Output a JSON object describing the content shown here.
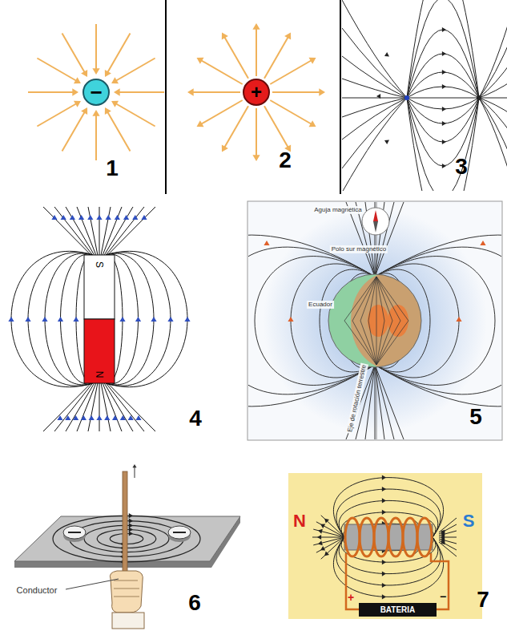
{
  "diagram": {
    "nodes": [
      {
        "text": [
          "−"
        ]
      },
      {
        "text": [
          "+"
        ]
      },
      {
        "text": [
          "BATERIA"
        ]
      }
    ],
    "labels": [
      "1",
      "2",
      "3",
      "S",
      "N",
      "4",
      "Aguja magnética",
      "Polo sur magnético",
      "Ecuador",
      "Eje de rotación terrestre",
      "5",
      "Conductor",
      "6",
      "N",
      "S",
      "+",
      "−",
      "7"
    ]
  }
}
